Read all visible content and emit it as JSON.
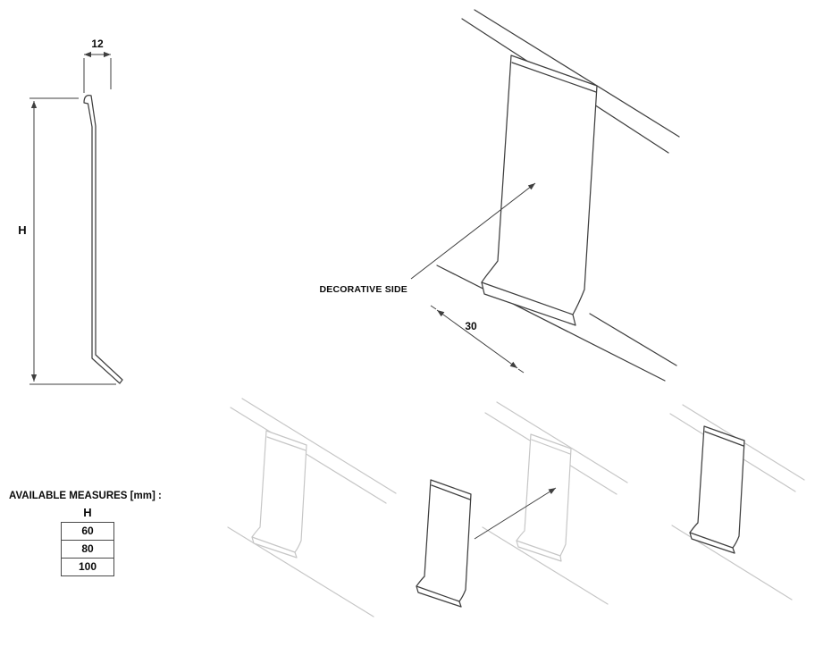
{
  "profile": {
    "width_dim": "12",
    "height_dim": "H"
  },
  "iso": {
    "decorative_label": "DECORATIVE SIDE",
    "depth_dim": "30"
  },
  "measures": {
    "title": "AVAILABLE MEASURES [mm] :",
    "header": "H",
    "values": [
      "60",
      "80",
      "100"
    ]
  },
  "colors": {
    "dark_line": "#3f3f3f",
    "light_line": "#c6c6c6",
    "text": "#0a0a0a",
    "background": "#ffffff"
  }
}
